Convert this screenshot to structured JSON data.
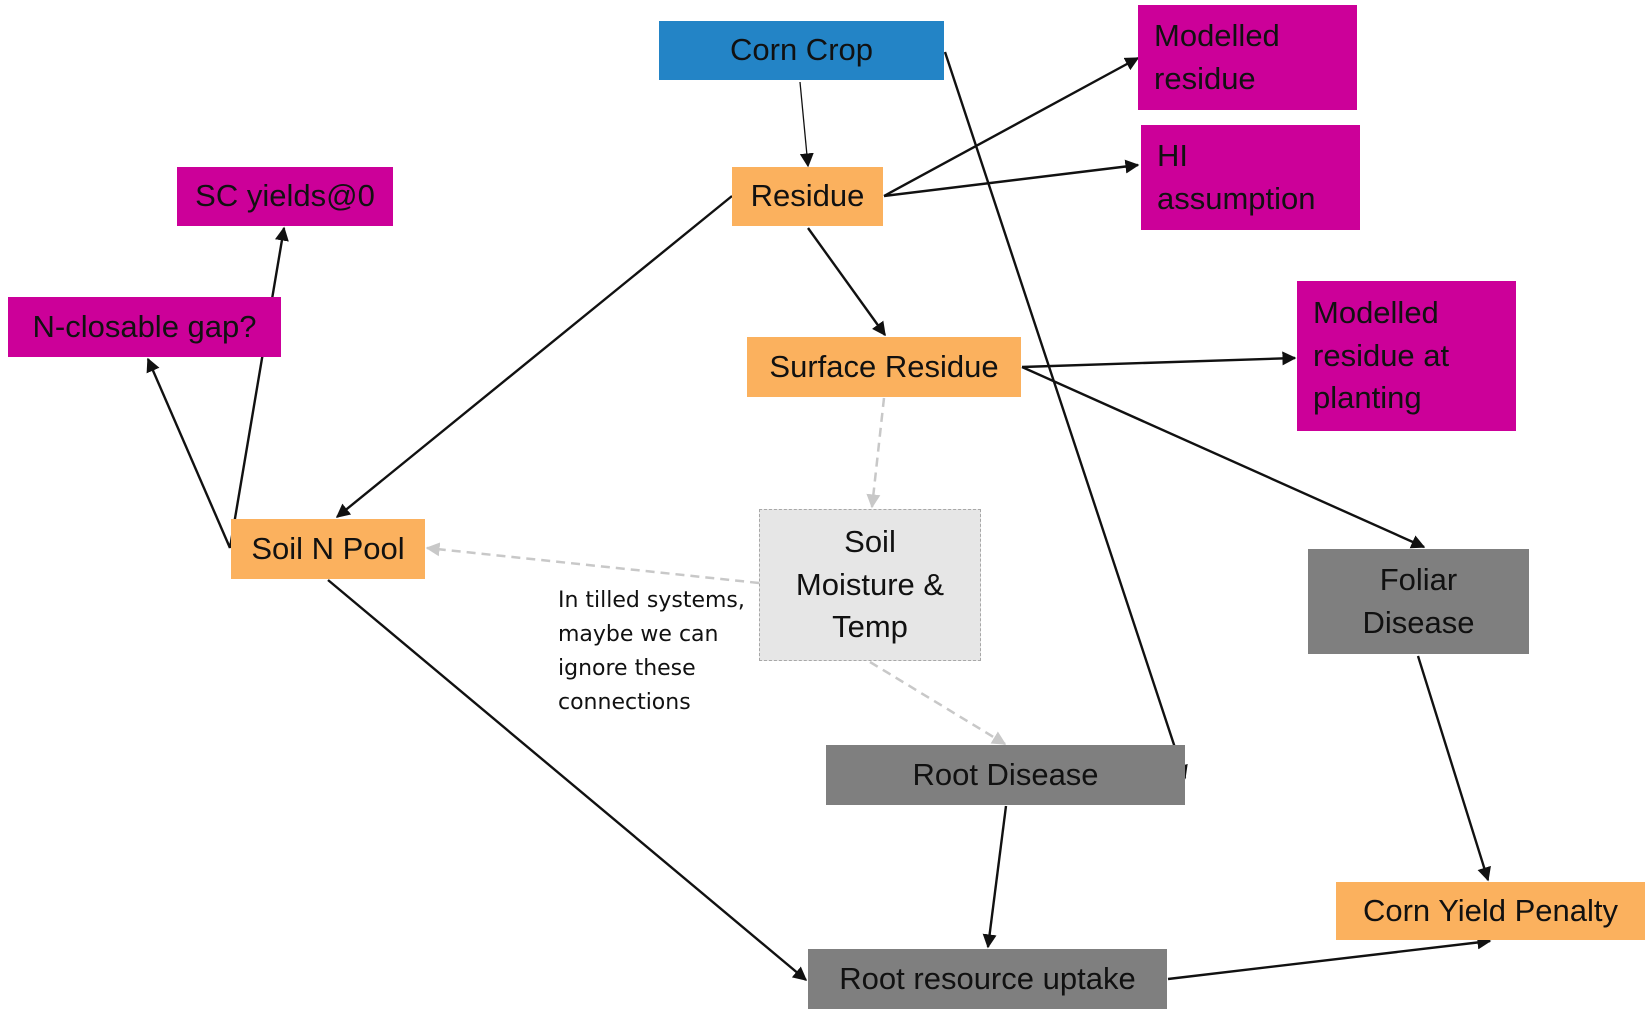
{
  "colors": {
    "blue": "#2384c6",
    "orange": "#fbb15e",
    "magenta": "#cc0099",
    "gray": "#7f7f7f",
    "lightgray": "#e6e6e6",
    "arrow": "#111111",
    "dashed_arrow": "#c8c8c8"
  },
  "nodes": {
    "corn_crop": "Corn Crop",
    "residue": "Residue",
    "surface_residue": "Surface Residue",
    "soil_n_pool": "Soil N Pool",
    "soil_moisture_temp": "Soil\nMoisture &\nTemp",
    "root_disease": "Root Disease",
    "root_resource_uptake": "Root resource uptake",
    "foliar_disease": "Foliar\nDisease",
    "corn_yield_penalty": "Corn Yield Penalty",
    "modelled_residue": "Modelled\nresidue",
    "hi_assumption": "HI\nassumption",
    "modelled_residue_planting": "Modelled\nresidue at\nplanting",
    "sc_yields": "SC yields@0",
    "n_closable_gap": "N-closable gap?"
  },
  "note": "In tilled systems,\nmaybe we can\nignore these\nconnections"
}
